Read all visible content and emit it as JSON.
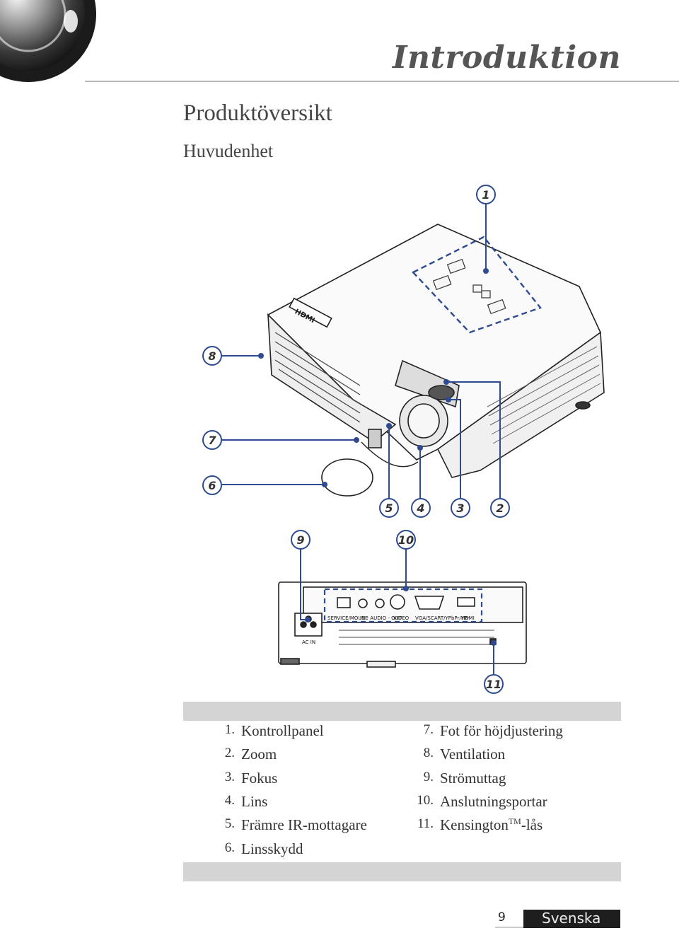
{
  "header": {
    "chapter_title": "Introduktion"
  },
  "page": {
    "title": "Produktöversikt",
    "subtitle": "Huvudenhet"
  },
  "figure": {
    "callouts": [
      "1",
      "2",
      "3",
      "4",
      "5",
      "6",
      "7",
      "8",
      "9",
      "10",
      "11"
    ],
    "port_labels": [
      "SERVICE/MOUSE",
      "IN - AUDIO - OUT",
      "VIDEO",
      "VGA/SCART/YPbPr/YPr",
      "HDMI"
    ],
    "power_label": "AC IN",
    "top_marking": "HDMI"
  },
  "legend": {
    "left": [
      {
        "num": "1.",
        "text": "Kontrollpanel"
      },
      {
        "num": "2.",
        "text": "Zoom"
      },
      {
        "num": "3.",
        "text": "Fokus"
      },
      {
        "num": "4.",
        "text": "Lins"
      },
      {
        "num": "5.",
        "text": "Främre IR-mottagare"
      },
      {
        "num": "6.",
        "text": "Linsskydd"
      }
    ],
    "right": [
      {
        "num": "7.",
        "text": "Fot för höjdjustering"
      },
      {
        "num": "8.",
        "text": "Ventilation"
      },
      {
        "num": "9.",
        "text": "Strömuttag"
      },
      {
        "num": "10.",
        "text": "Anslutningsportar"
      },
      {
        "num": "11.",
        "text": "Kensington",
        "sup": "TM",
        "suffix": "-lås"
      }
    ]
  },
  "footer": {
    "page_number": "9",
    "language": "Svenska"
  },
  "colors": {
    "accent_blue": "#2d4b8e",
    "bar_gray": "#d4d4d4",
    "title_gray": "#555555"
  }
}
